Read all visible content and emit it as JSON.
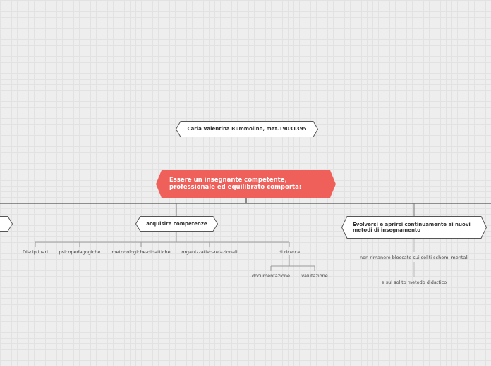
{
  "author": "Carla Valentina Rummolino, mat.19031395",
  "central_topic": "Essere un insegnante competente, professionale ed equilibrato comporta:",
  "branches": {
    "left_partial": "",
    "competenze": {
      "title": "acquisire competenze",
      "items": [
        "Disciplinari",
        "psicopedagogiche",
        "metodologiche-didattiche",
        "organizzativo-relazionali",
        "di ricerca"
      ],
      "ricerca_sub": [
        "documentazione",
        "valutazione"
      ]
    },
    "evolversi": {
      "title": "Evolversi e aprirsi continuamente ai nuovi metodi di insegnamento",
      "items": [
        "non rimanere bloccato sui soliti schemi mentali",
        "e sul solito metodo didattico"
      ]
    }
  },
  "colors": {
    "central_fill": "#f0605a",
    "node_fill": "#ffffff",
    "line": "#555555",
    "sub_line": "#999999"
  }
}
